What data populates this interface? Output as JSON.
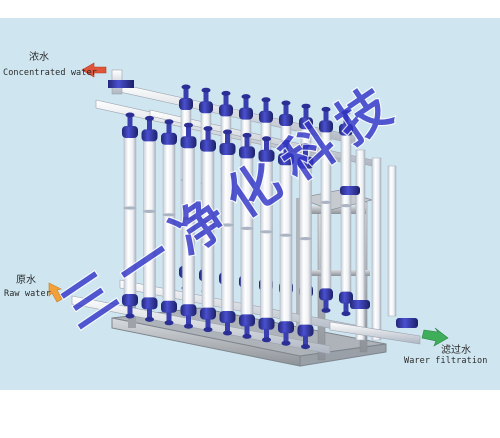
{
  "labels": {
    "concentrate": {
      "zh": "浓水",
      "en": "Concentrated water"
    },
    "raw": {
      "zh": "原水",
      "en": "Raw water"
    },
    "filtrate": {
      "zh": "滤过水",
      "en": "Warer filtration"
    }
  },
  "watermark": "三一净化科技",
  "colors": {
    "background": "#cfe6f1",
    "membrane_tube": "#f4f6f8",
    "end_cap": "#3a3fb0",
    "pipe": "#eef1f5",
    "frame_steel": "#b9bdc2",
    "arrow_concentrate": "#e0553a",
    "arrow_raw": "#f2a13a",
    "arrow_filtrate": "#3fae5a"
  }
}
